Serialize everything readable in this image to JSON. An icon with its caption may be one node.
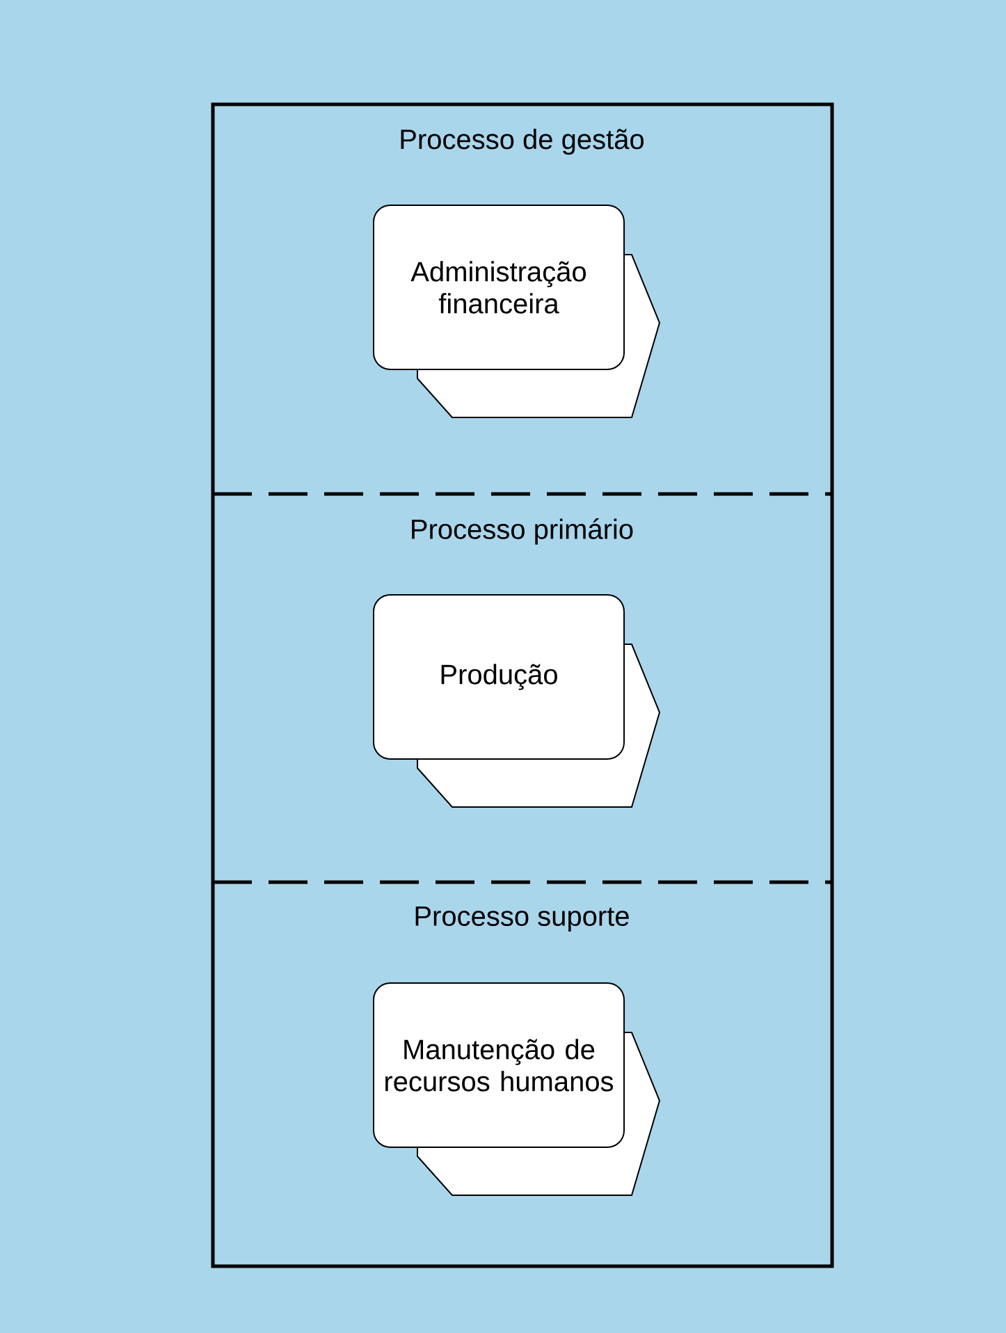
{
  "diagram": {
    "nodes": [
      {
        "text": [
          "Processo de gestão"
        ]
      },
      {
        "text": [
          "Administração financeira"
        ],
        "in": 0
      },
      {
        "text": [
          "Processo primário"
        ]
      },
      {
        "text": [
          "Produção"
        ],
        "in": 2
      },
      {
        "text": [
          "Processo suporte"
        ]
      },
      {
        "text": [
          "Manutenção de recursos humanos"
        ],
        "in": 4
      }
    ]
  }
}
